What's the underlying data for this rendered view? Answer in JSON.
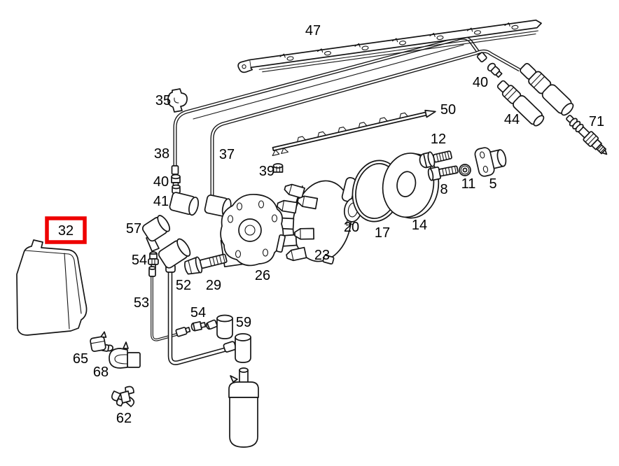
{
  "diagram": {
    "type": "exploded-parts-diagram",
    "subject": "ignition-system-parts-drawing",
    "highlighted_part": "32",
    "colors": {
      "background": "#ffffff",
      "line": "#151515",
      "label": "#000000",
      "highlight_box": "#ee0000"
    },
    "labels": {
      "l47": "47",
      "l35": "35",
      "l38": "38",
      "l37": "37",
      "l39": "39",
      "l40a": "40",
      "l41": "41",
      "l50": "50",
      "l12": "12",
      "l8": "8",
      "l11": "11",
      "l5": "5",
      "l40b": "40",
      "l44": "44",
      "l71": "71",
      "l23": "23",
      "l20": "20",
      "l17": "17",
      "l14": "14",
      "l26": "26",
      "l29": "29",
      "l57": "57",
      "l54a": "54",
      "l52": "52",
      "l53": "53",
      "l54b": "54",
      "l59": "59",
      "l32": "32",
      "l65": "65",
      "l68": "68",
      "l62": "62"
    }
  }
}
